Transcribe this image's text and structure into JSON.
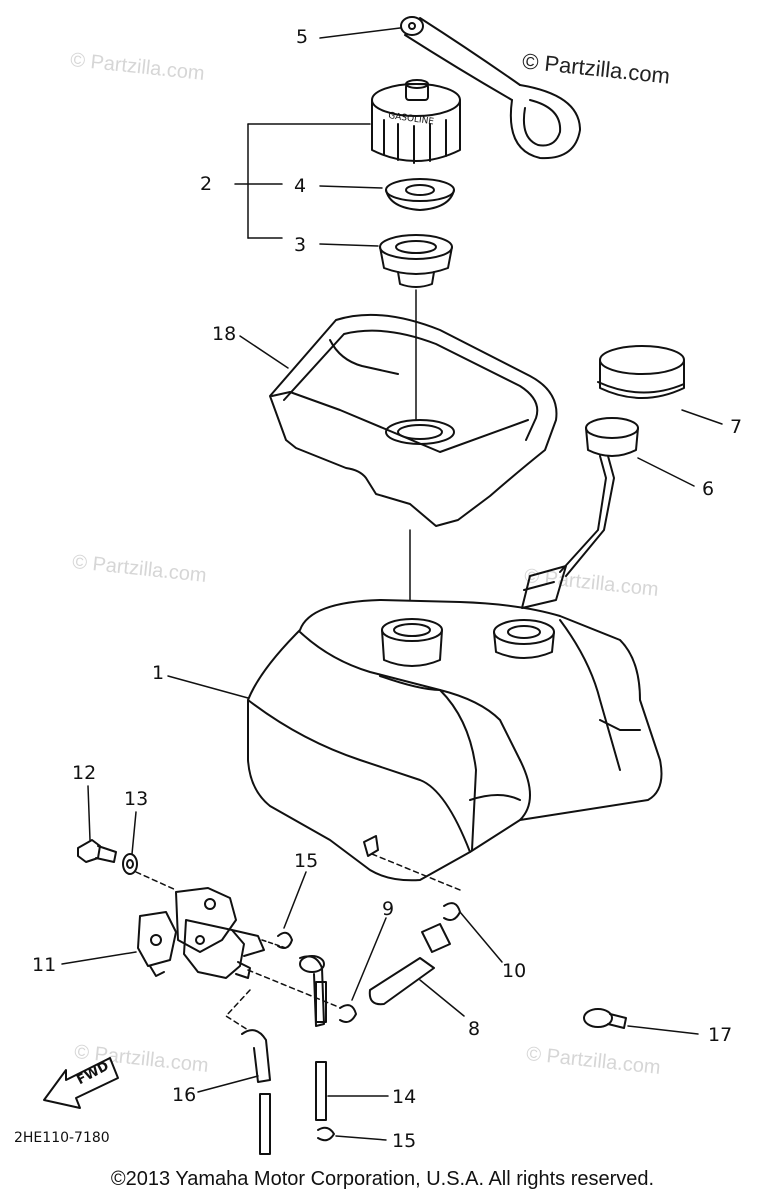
{
  "diagram": {
    "watermarks": {
      "primary": "© Partzilla.com",
      "faint": "© Partzilla.com"
    },
    "callouts": [
      "1",
      "2",
      "3",
      "4",
      "5",
      "6",
      "7",
      "8",
      "9",
      "10",
      "11",
      "12",
      "13",
      "14",
      "15",
      "15",
      "16",
      "17",
      "18"
    ],
    "direction_label": "FWD",
    "drawing_code": "2HE110-7180",
    "copyright": "©2013  Yamaha Motor Corporation, U.S.A. All rights reserved.",
    "cap_text": "GASOLINE"
  }
}
